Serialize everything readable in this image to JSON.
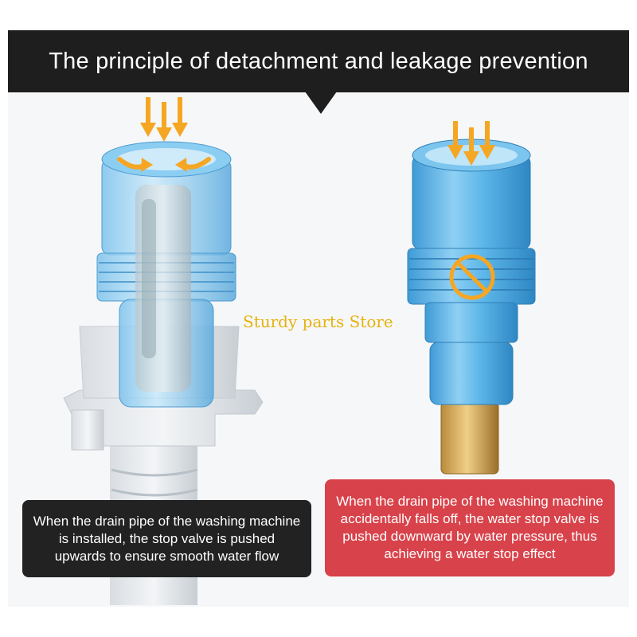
{
  "title": "The principle of detachment and leakage prevention",
  "watermark": "Sturdy parts Store",
  "captions": {
    "installed": "When the drain pipe of the washing machine is installed, the stop valve is pushed upwards to ensure smooth water flow",
    "fallen_off": "When the drain pipe of the washing machine accidentally falls off, the water stop valve is pushed downward by water pressure, thus achieving a water stop effect"
  },
  "colors": {
    "title_bar": "#1e1e1e",
    "arrow": "#f5a623",
    "connector_blue": "#5fb4e6",
    "caption_dark": "#222222",
    "caption_red": "#d8424a",
    "watermark": "#e6b20e"
  },
  "icons": [
    "down-arrow-icon",
    "rotate-arrow-icon",
    "prohibited-icon"
  ]
}
